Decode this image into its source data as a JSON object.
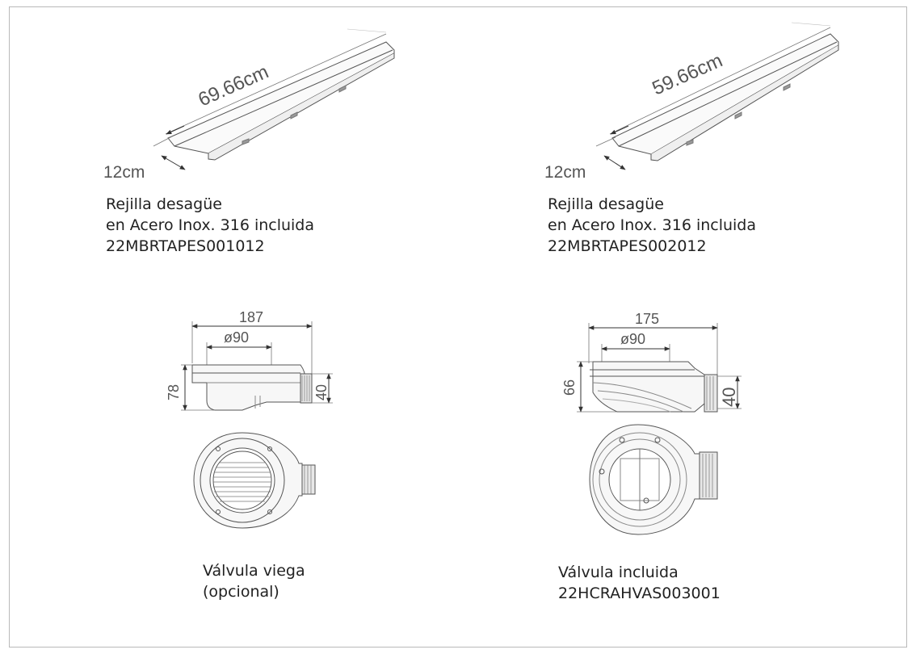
{
  "colors": {
    "line": "#555555",
    "text": "#222222",
    "frame": "#b9b9b9",
    "fill": "#f3f3f3"
  },
  "grate_left": {
    "length_label": "69.66cm",
    "width_label": "12cm",
    "caption": [
      "Rejilla desagüe",
      "en Acero Inox. 316 incluida",
      "22MBRTAPES001012"
    ]
  },
  "grate_right": {
    "length_label": "59.66cm",
    "width_label": "12cm",
    "caption": [
      "Rejilla desagüe",
      "en Acero Inox. 316 incluida",
      "22MBRTAPES002012"
    ]
  },
  "valve_left": {
    "width_label": "187",
    "diameter_label": "ø90",
    "height_label": "78",
    "outlet_label": "40",
    "caption": [
      "Válvula viega",
      "(opcional)"
    ]
  },
  "valve_right": {
    "width_label": "175",
    "diameter_label": "ø90",
    "height_label": "66",
    "outlet_label": "40",
    "caption": [
      "Válvula incluida",
      "22HCRAHVAS003001"
    ]
  }
}
